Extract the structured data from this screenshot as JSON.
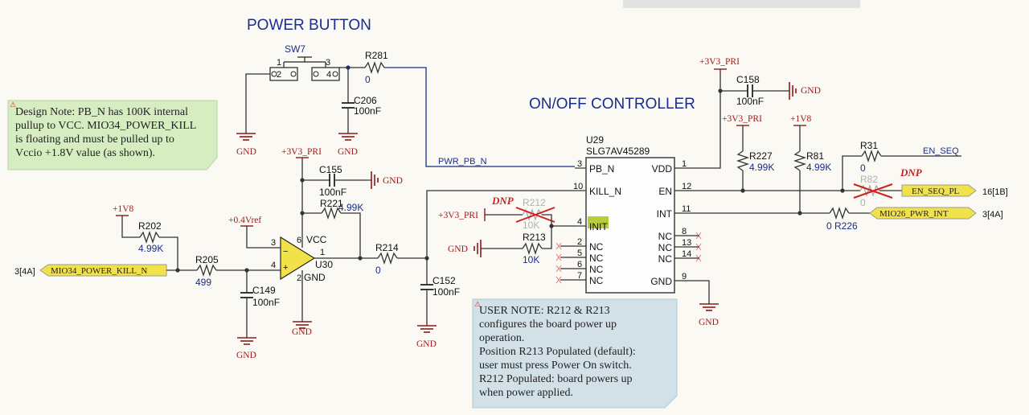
{
  "titles": {
    "power_button": "POWER BUTTON",
    "onoff": "ON/OFF CONTROLLER"
  },
  "design_note": "Design Note: PB_N has 100K internal\npullup to VCC. MIO34_POWER_KILL\nis floating and must be pulled up to\nVccio +1.8V value (as shown).",
  "user_note": "USER NOTE: R212 & R213\nconfigures the board power up\noperation.\nPosition R213 Populated (default):\nuser must press Power On switch.\nR212 Populated: board powers up\nwhen power applied.",
  "components": {
    "sw7": {
      "ref": "SW7",
      "pins": [
        "1",
        "2",
        "3",
        "4"
      ]
    },
    "r281": {
      "ref": "R281",
      "value": "0"
    },
    "c206": {
      "ref": "C206",
      "value": "100nF"
    },
    "c155": {
      "ref": "C155",
      "value": "100nF"
    },
    "r221": {
      "ref": "R221",
      "value": "4.99K"
    },
    "u30": {
      "ref": "U30",
      "pins": {
        "p3": "3",
        "p4": "4",
        "p6": "6",
        "p2": "2",
        "p1": "1",
        "vcc": "VCC",
        "gnd": "GND",
        "minus": "−",
        "plus": "+"
      }
    },
    "r202": {
      "ref": "R202",
      "value": "4.99K"
    },
    "r205": {
      "ref": "R205",
      "value": "499"
    },
    "c149": {
      "ref": "C149",
      "value": "100nF"
    },
    "r214": {
      "ref": "R214",
      "value": "0"
    },
    "c152": {
      "ref": "C152",
      "value": "100nF"
    },
    "r212": {
      "ref": "R212",
      "value": "10K",
      "dnp": "DNP"
    },
    "r213": {
      "ref": "R213",
      "value": "10K"
    },
    "c158": {
      "ref": "C158",
      "value": "100nF"
    },
    "r227": {
      "ref": "R227",
      "value": "4.99K"
    },
    "r81": {
      "ref": "R81",
      "value": "4.99K"
    },
    "r31": {
      "ref": "R31",
      "value": "0"
    },
    "r82": {
      "ref": "R82",
      "value": "0",
      "dnp": "DNP"
    },
    "r226": {
      "ref": "R226",
      "value": "0"
    }
  },
  "u29": {
    "ref": "U29",
    "part": "SLG7AV45289",
    "left_pins": [
      {
        "num": "3",
        "name": "PB_N"
      },
      {
        "num": "10",
        "name": "KILL_N"
      },
      {
        "num": "4",
        "name": "INIT"
      },
      {
        "num": "2",
        "name": "NC"
      },
      {
        "num": "5",
        "name": "NC"
      },
      {
        "num": "6",
        "name": "NC"
      },
      {
        "num": "7",
        "name": "NC"
      }
    ],
    "right_pins": [
      {
        "num": "1",
        "name": "VDD"
      },
      {
        "num": "12",
        "name": "EN"
      },
      {
        "num": "11",
        "name": "INT"
      },
      {
        "num": "8",
        "name": "NC"
      },
      {
        "num": "13",
        "name": "NC"
      },
      {
        "num": "14",
        "name": "NC"
      },
      {
        "num": "9",
        "name": "GND"
      }
    ]
  },
  "power": {
    "v3v3": "+3V3_PRI",
    "v1v8": "+1V8",
    "v04": "+0.4Vref",
    "gnd": "GND"
  },
  "nets": {
    "pwr_pb_n": "PWR_PB_N",
    "en_seq": "EN_SEQ",
    "en_seq_pl": "EN_SEQ_PL",
    "en_seq_pl_ref": "16[1B]",
    "mio26": "MIO26_PWR_INT",
    "mio26_ref": "3[4A]",
    "mio34": "MIO34_POWER_KILL_N",
    "mio34_ref": "3[4A]"
  },
  "colors": {
    "wire": "#1b2d8c",
    "power": "#a31a1a",
    "note_green": "#d6edc2",
    "note_blue": "#d2e1e7",
    "net_flag": "#f2e24a",
    "dnp": "#cc2222"
  }
}
